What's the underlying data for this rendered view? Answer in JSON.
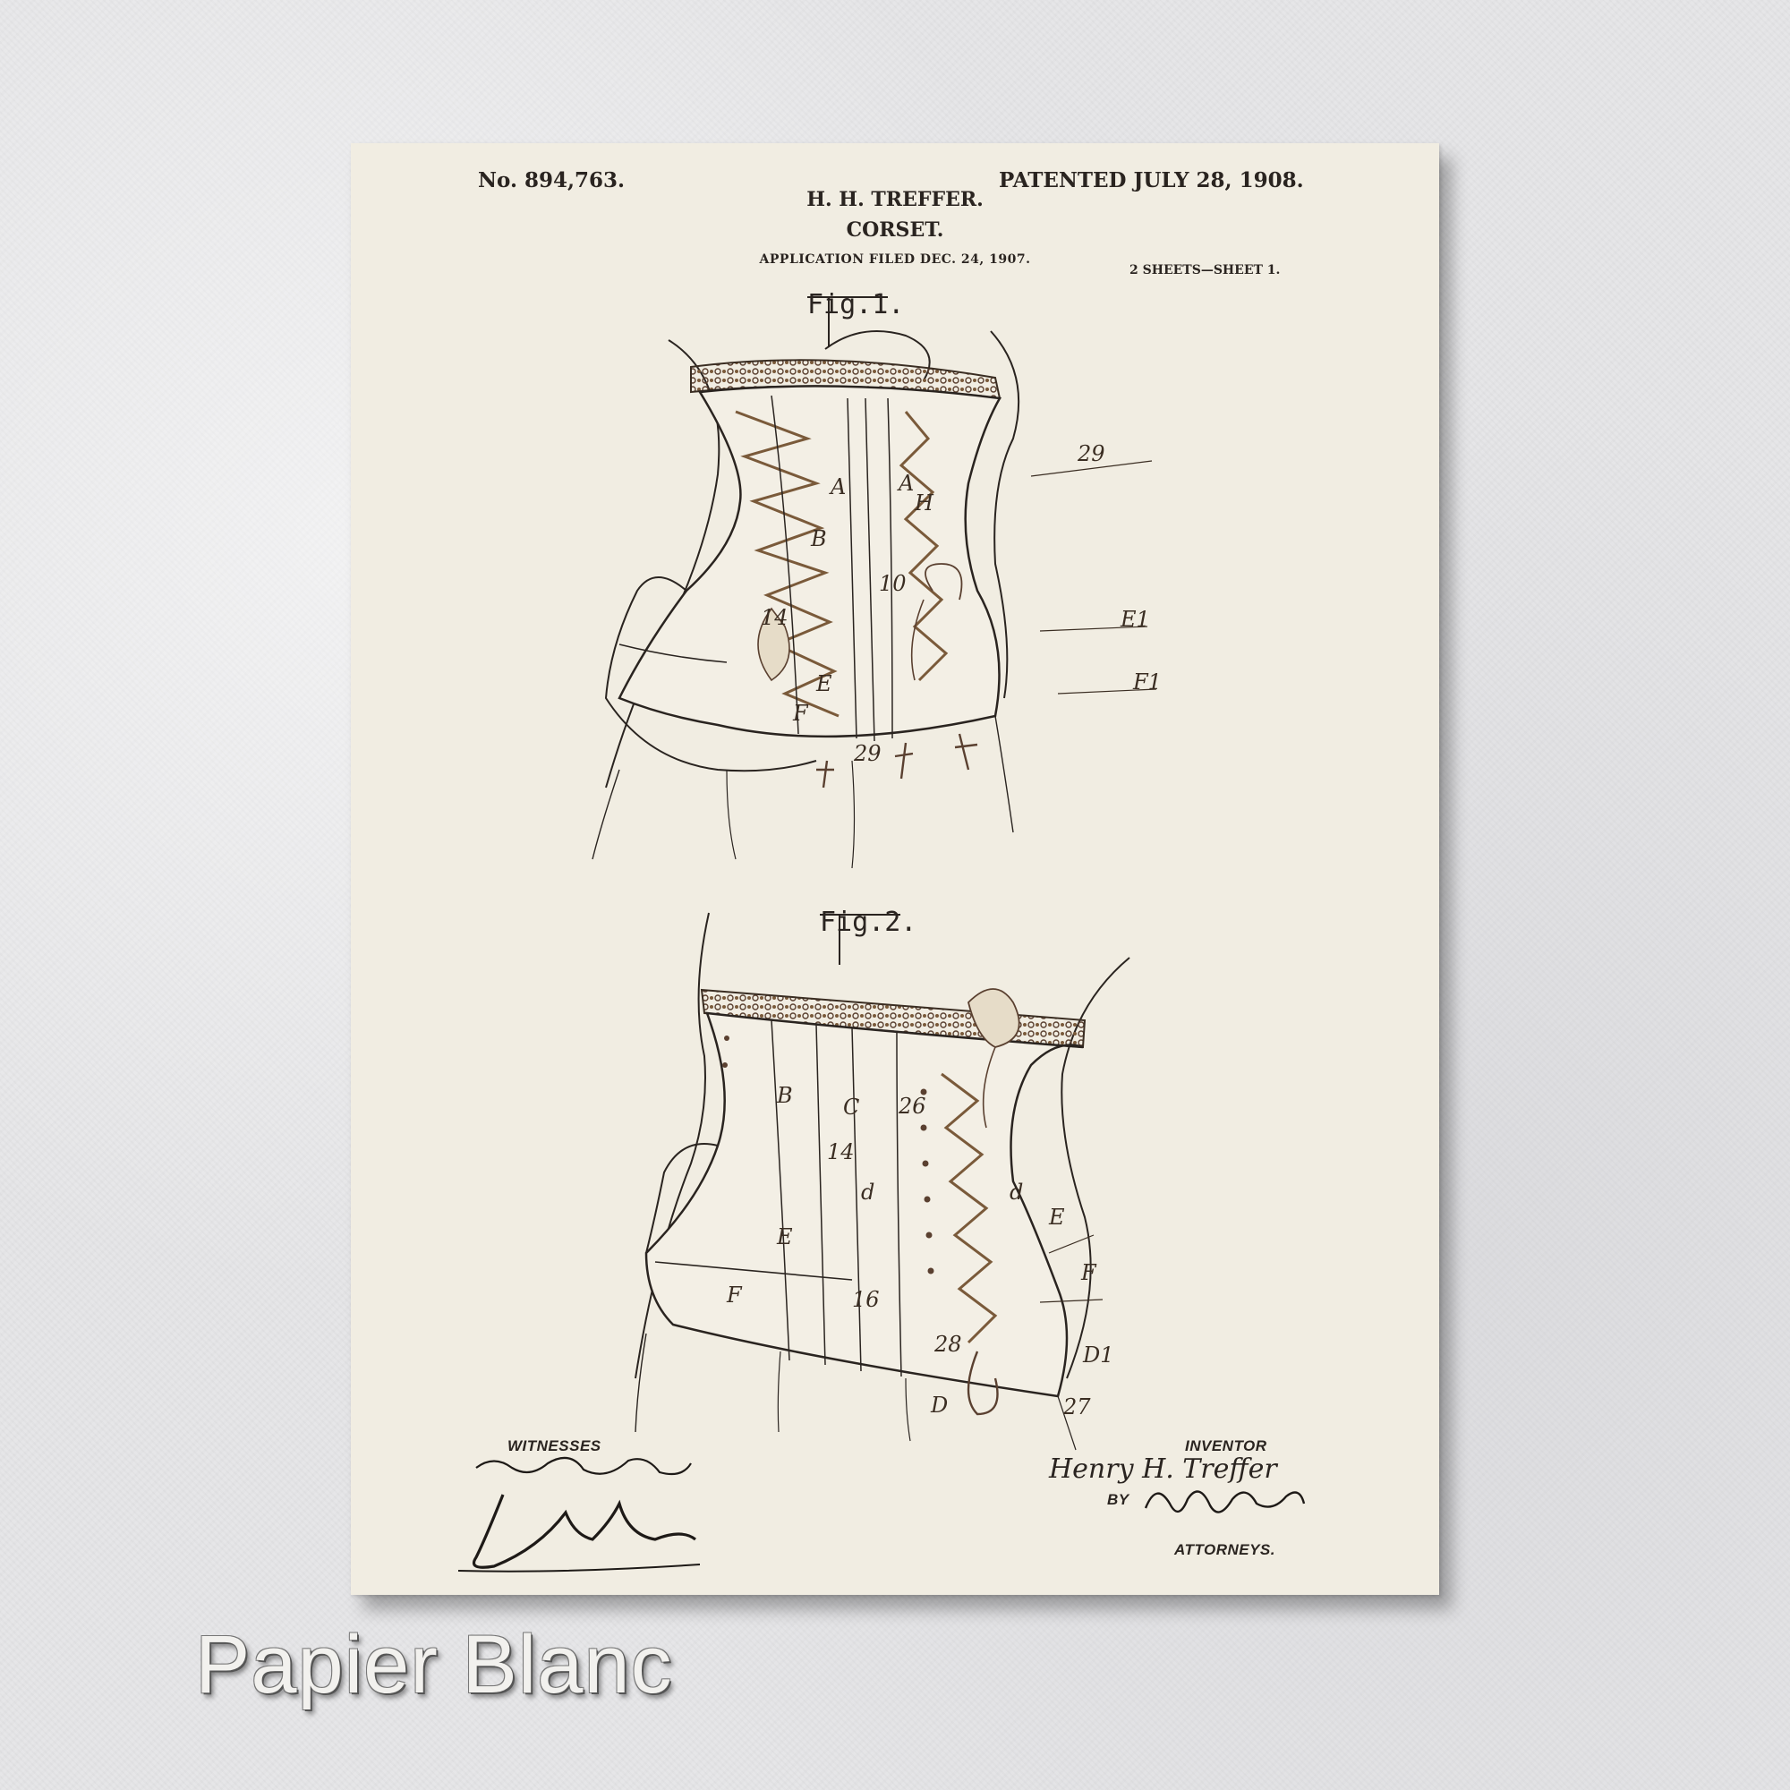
{
  "patent": {
    "number": "No. 894,763.",
    "patented": "PATENTED JULY 28, 1908.",
    "inventor_header": "H. H. TREFFER.",
    "title": "CORSET.",
    "application": "APPLICATION FILED DEC. 24, 1907.",
    "sheets": "2 SHEETS—SHEET 1."
  },
  "figures": {
    "fig1": {
      "label": "Fig.1.",
      "refs": [
        "A",
        "A",
        "B",
        "14",
        "E",
        "F",
        "29",
        "29",
        "H",
        "10",
        "E1",
        "F1"
      ]
    },
    "fig2": {
      "label": "Fig.2.",
      "refs": [
        "B",
        "C",
        "26",
        "14",
        "d",
        "d",
        "E",
        "E",
        "F",
        "F",
        "16",
        "D1",
        "28",
        "27",
        "D"
      ]
    }
  },
  "signatures": {
    "witnesses_label": "WITNESSES",
    "inventor_label": "INVENTOR",
    "inventor_name": "Henry H. Treffer",
    "by_label": "BY",
    "attorneys_label": "ATTORNEYS."
  },
  "caption": "Papier Blanc",
  "colors": {
    "paper": "#f1ede2",
    "ink": "#2a2420",
    "sepia": "#7a5a3a",
    "background": "#e6e6e8"
  }
}
